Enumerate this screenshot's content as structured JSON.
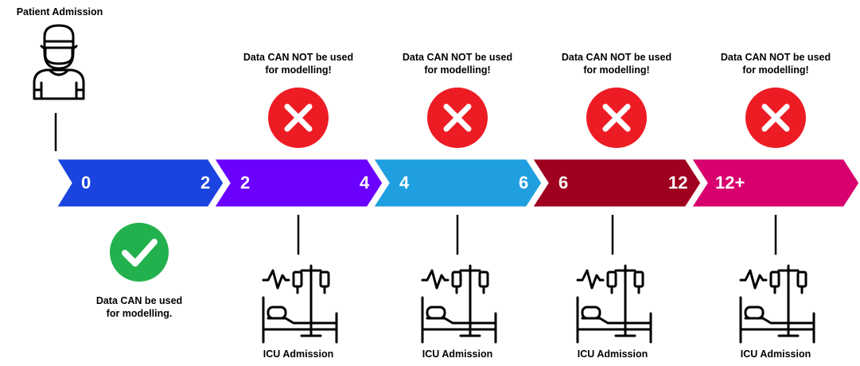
{
  "patient_admission": {
    "label": "Patient Admission",
    "icon": "patient-mask-icon"
  },
  "segments": [
    {
      "start": "0",
      "end": "2",
      "color": "#1a43e0"
    },
    {
      "start": "2",
      "end": "4",
      "color": "#6b00ff"
    },
    {
      "start": "4",
      "end": "6",
      "color": "#1f9fe0"
    },
    {
      "start": "6",
      "end": "12",
      "color": "#a00020"
    },
    {
      "start": "12+",
      "end": "",
      "color": "#d8006e"
    }
  ],
  "allowed": {
    "line1": "Data CAN be used",
    "line2": "for modelling.",
    "icon": "check-icon",
    "color": "#22b14c"
  },
  "forbidden": {
    "line1": "Data CAN NOT be used",
    "line2": "for modelling!",
    "icon": "x-icon",
    "color": "#ed1c24"
  },
  "icu": {
    "label": "ICU Admission",
    "icon": "icu-bed-icon"
  }
}
